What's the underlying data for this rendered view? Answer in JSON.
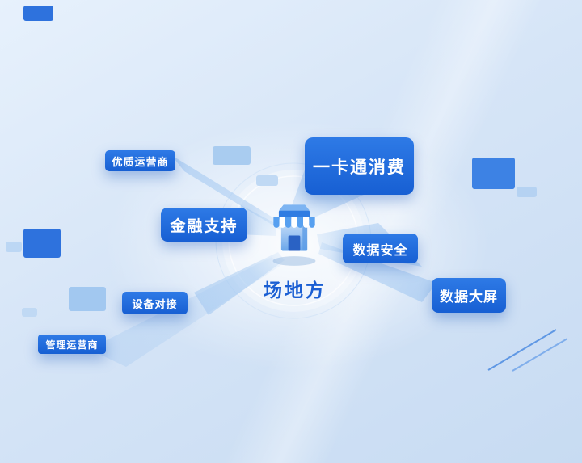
{
  "center": {
    "label": "场地方",
    "icon": "storefront-icon"
  },
  "nodes": [
    {
      "label": "优质运营商"
    },
    {
      "label": "一卡通消费"
    },
    {
      "label": "金融支持"
    },
    {
      "label": "数据安全"
    },
    {
      "label": "数据大屏"
    },
    {
      "label": "设备对接"
    },
    {
      "label": "管理运营商"
    }
  ],
  "colors": {
    "node_background": "#1e6bdb",
    "node_text": "#ffffff",
    "center_label_text": "#1b5fd3",
    "beam": "#9fc6f0",
    "decor_dark_blue": "#2e72dd",
    "decor_medium_blue": "#3d82e4",
    "decor_light_blue": "#a9ccf0",
    "background_light": "#e7f1fc",
    "background_deep": "#c7dbf2"
  }
}
